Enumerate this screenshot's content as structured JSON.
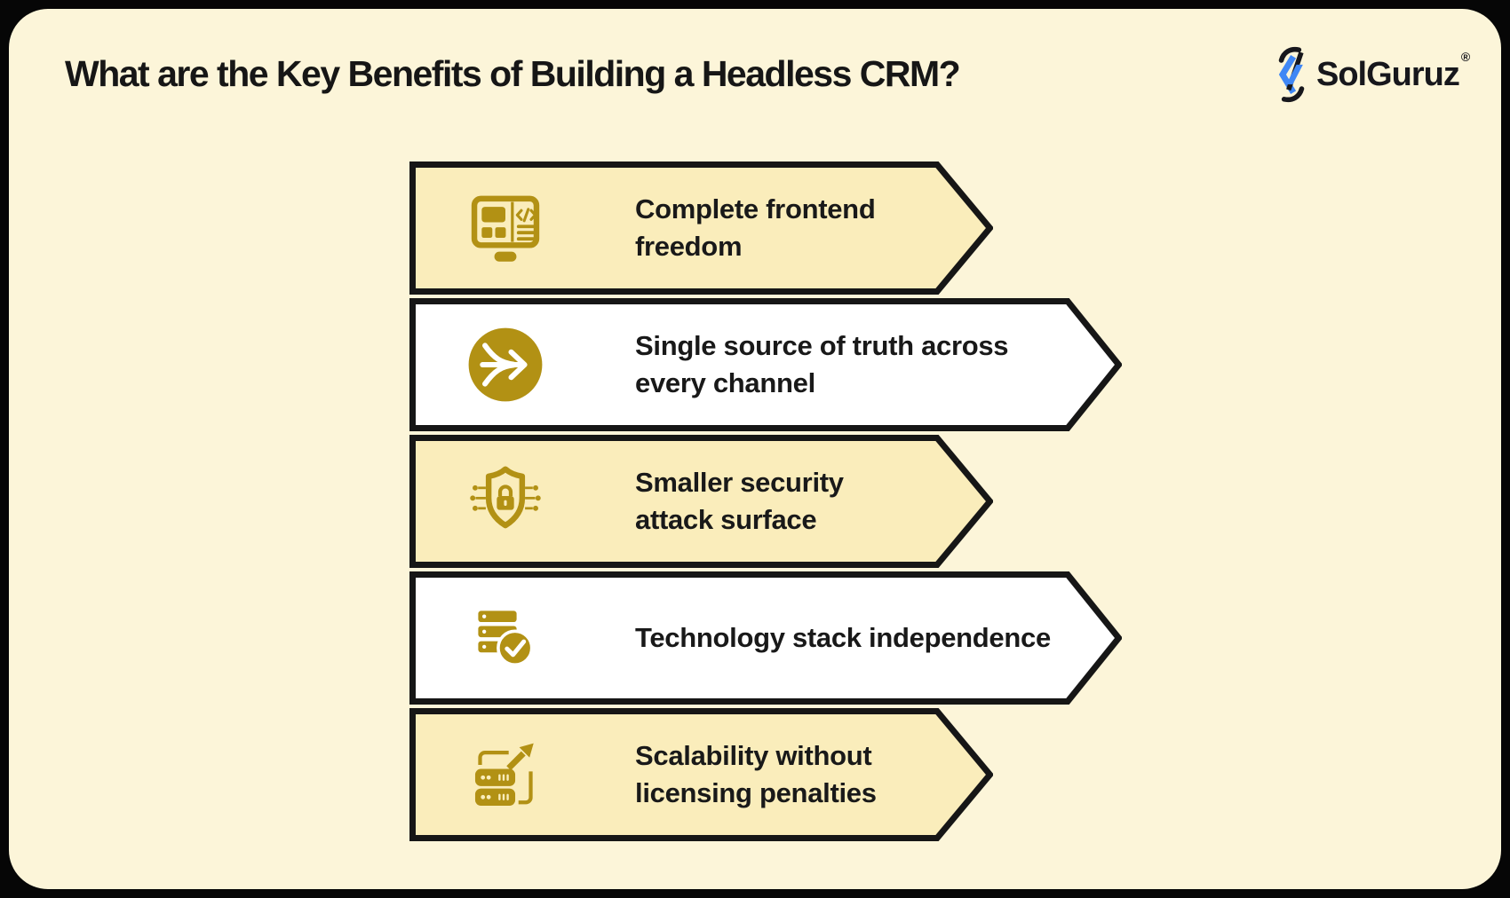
{
  "page": {
    "title": "What are the Key Benefits of Building a Headless CRM?"
  },
  "logo": {
    "brand": "SolGuruz",
    "registered_mark": "®",
    "icon": "solguruz-bolt-icon"
  },
  "benefits": [
    {
      "label": "Complete frontend freedom",
      "lines": [
        "Complete frontend",
        "freedom"
      ],
      "icon": "monitor-code-icon",
      "style": "yellow"
    },
    {
      "label": "Single source of truth across every channel",
      "lines": [
        "Single source of truth across",
        "every channel"
      ],
      "icon": "merge-arrows-icon",
      "style": "white"
    },
    {
      "label": "Smaller security attack surface",
      "lines": [
        "Smaller security",
        "attack surface"
      ],
      "icon": "shield-lock-circuit-icon",
      "style": "yellow"
    },
    {
      "label": "Technology stack independence",
      "lines": [
        "Technology stack independence"
      ],
      "icon": "server-check-icon",
      "style": "white"
    },
    {
      "label": "Scalability without licensing penalties",
      "lines": [
        "Scalability without",
        "licensing penalties"
      ],
      "icon": "server-scale-arrow-icon",
      "style": "yellow"
    }
  ],
  "colors": {
    "frame": "#060606",
    "canvas_background": "#FCF5D9",
    "banner_yellow": "#FAEDBB",
    "banner_white": "#FFFFFF",
    "outline_black": "#161616",
    "icon_gold": "#B29114",
    "logo_blue": "#3F87F5",
    "text_black": "#191919"
  }
}
